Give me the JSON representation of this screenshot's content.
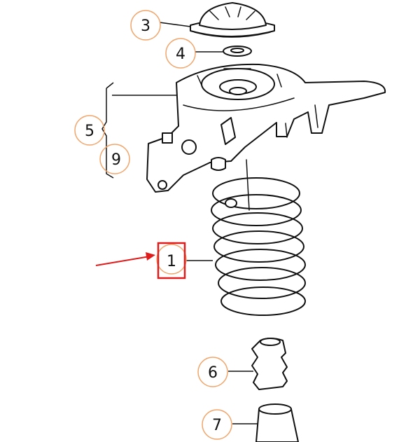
{
  "callouts": [
    {
      "id": "c3",
      "label": "3"
    },
    {
      "id": "c4",
      "label": "4"
    },
    {
      "id": "c5",
      "label": "5"
    },
    {
      "id": "c9",
      "label": "9"
    },
    {
      "id": "c1",
      "label": "1"
    },
    {
      "id": "c6",
      "label": "6"
    },
    {
      "id": "c7",
      "label": "7"
    }
  ],
  "colors": {
    "line": "#111111",
    "callout_circle": "#f2a56b",
    "highlight": "#e01b1b"
  },
  "highlighted_callout": "1"
}
